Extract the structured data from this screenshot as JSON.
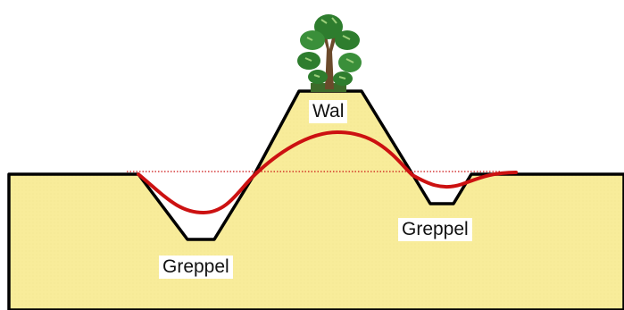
{
  "labels": {
    "wal": "Wal",
    "greppel_left": "Greppel",
    "greppel_right": "Greppel"
  },
  "colors": {
    "ground_fill": "#f8ec9a",
    "ground_outline": "#000000",
    "water_table_line": "#cc1111",
    "reference_line": "#cc1111",
    "tree_foliage": "#2e7d2e",
    "tree_trunk": "#6b4a2b",
    "background": "#ffffff"
  },
  "icons": {
    "tree": "tree-icon"
  }
}
